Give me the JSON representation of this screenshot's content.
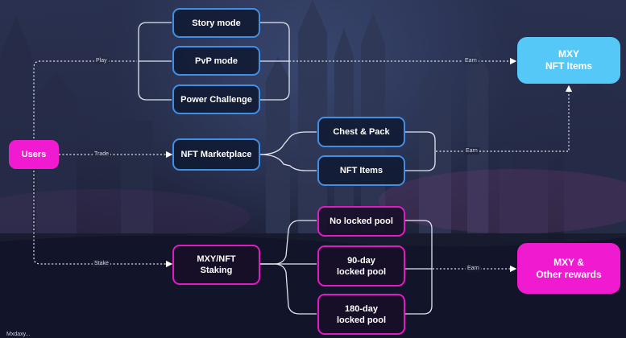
{
  "nodes": {
    "users": "Users",
    "story_mode": "Story mode",
    "pvp_mode": "PvP mode",
    "power_challenge": "Power Challenge",
    "nft_marketplace": "NFT Marketplace",
    "chest_pack": "Chest & Pack",
    "nft_items": "NFT Items",
    "no_locked_pool": "No locked pool",
    "locked_90": "90-day\nlocked pool",
    "locked_180": "180-day\nlocked pool",
    "mxy_nft_staking": "MXY/NFT\nStaking",
    "out_mxy_nft_items": "MXY\nNFT Items",
    "out_mxy_rewards": "MXY &\nOther rewards"
  },
  "edges": {
    "play": "Play",
    "trade": "Trade",
    "stake": "Stake",
    "earn_play": "Earn",
    "earn_trade": "Earn",
    "earn_stake": "Earn"
  },
  "footer": "Mxdaxy...",
  "colors": {
    "blue_border": "#3f8fe6",
    "pink": "#f01bd0",
    "cyan_output": "#55c8f8",
    "connector": "#d9dcea"
  }
}
